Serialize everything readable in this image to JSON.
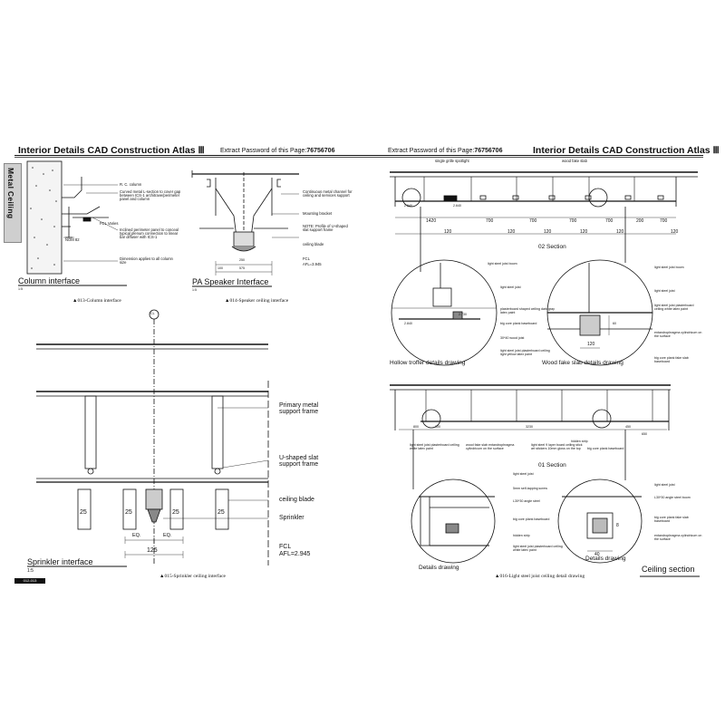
{
  "header": {
    "title_left": "Interior Details CAD Construction Atlas Ⅲ",
    "title_right": "Interior Details CAD Construction Atlas Ⅲ",
    "password_prefix": "Extract Password of this Page:",
    "password": "76756706"
  },
  "side_tab": "Metal Ceiling",
  "page_number": "012-013",
  "column_interface": {
    "labels": [
      "R. C. column",
      "Curved metal L-section to cover gap between ICS-1 architrave/perimeter panel and column",
      "FCL Varies",
      "NOM 82",
      "Inclined perimeter panel to conceal typical plenum connection to linear bar diffuser with ICS-1",
      "Dimension applies to all column size"
    ],
    "title": "Column  interface",
    "scale": "1:5",
    "caption": "▲013-Column interface"
  },
  "speaker_interface": {
    "labels": [
      "Continuous metal channel for ceiling and services support",
      "Mounting bracket",
      "NOTE: Profile of U-shaped slat support frame",
      "ceiling blade",
      "FCL",
      "AFL=3.945"
    ],
    "dims": [
      "250",
      "575",
      "100"
    ],
    "title": "PA  Speaker  Interface",
    "scale": "1:5",
    "caption": "▲014-Speaker ceiling  interface"
  },
  "sprinkler_interface": {
    "grid_marker": "CL",
    "labels": [
      "Primary  metal support  frame",
      "U-shaped  slat support  frame",
      "ceiling  blade",
      "Sprinkler",
      "FCL",
      "AFL=2.945"
    ],
    "blade_dims": [
      "25",
      "25",
      "25",
      "25"
    ],
    "eq": [
      "EQ.",
      "EQ."
    ],
    "span": "125",
    "title": "Sprinkler  interface",
    "scale": "1:5",
    "caption": "▲015-Sprinkler ceiling  interface"
  },
  "section_02": {
    "labels": [
      "single grille spotlight",
      "wood fake slab"
    ],
    "dims_top": [
      "1420",
      "700",
      "700",
      "700",
      "700",
      "200",
      "700"
    ],
    "dims_bottom": [
      "120",
      "120",
      "120",
      "120",
      "120",
      "120"
    ],
    "marks": [
      "2.840",
      "2.640"
    ],
    "title": "02 Section",
    "detail_left": {
      "labels": [
        "light steel joist boom",
        "light steel joist",
        "plasterboard shaped ceiling dark gray latex paint",
        "big core plank baseboard",
        "30*40 wood joist",
        "light steel joist plasterboard ceiling light yellow latex paint"
      ],
      "marks": [
        "2.840",
        "2.730"
      ],
      "title": "Hollow  troffer  details  drawing"
    },
    "detail_right": {
      "labels": [
        "light steel joist boom",
        "light steel joist",
        "light steel joist plasterboard ceiling white latex paint",
        "entandrophragma cylindricum on the surface",
        "big core plank fake slab baseboard"
      ],
      "dims": [
        "120",
        "60"
      ],
      "title": "Wood  fake  slab  details  drawing"
    }
  },
  "section_01": {
    "dims": [
      "800",
      "100",
      "3230",
      "450",
      "650"
    ],
    "labels": [
      "light steel joist plasterboard ceiling white latex paint",
      "wood fake slab entandrophragma cylindricum on the surface",
      "light steel 9 layer board ceiling stick art stickers 10mm gloss on the top",
      "hidden strip",
      "big core plank baseboard"
    ],
    "title": "01 Section",
    "detail_left": {
      "labels": [
        "light steel joist",
        "5mm self-tapping screw",
        "L30*30 angle steel",
        "big core plank baseboard",
        "hidden strip",
        "light steel joist plasterboard ceiling white latex paint"
      ],
      "title": "Details  drawing"
    },
    "detail_right": {
      "labels": [
        "light steel joist",
        "L30*30 angle steel boom",
        "big core plank fake slab baseboard",
        "entandrophragma cylindricum on the surface"
      ],
      "dims": [
        "40",
        "8"
      ],
      "title": "Details  drawing"
    },
    "section_title": "Ceiling  section",
    "caption": "▲016-Light steel joist ceiling detail drawing"
  }
}
